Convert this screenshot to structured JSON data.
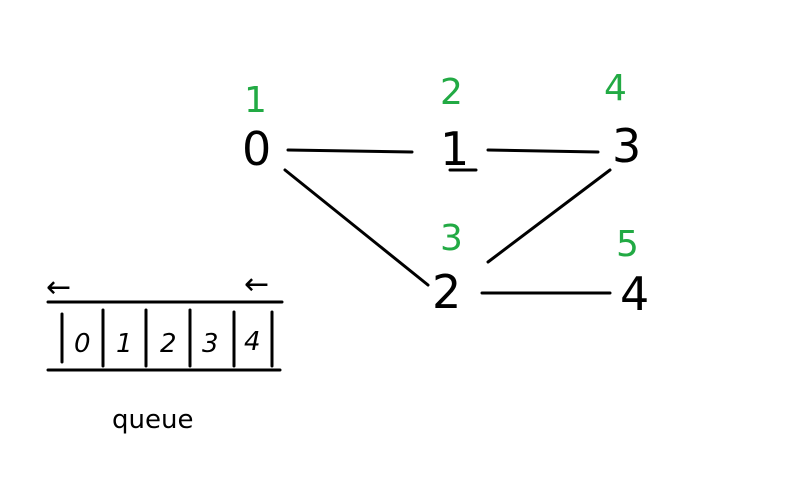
{
  "colors": {
    "ink": "#000000",
    "order": "#22aa44",
    "background": "#ffffff"
  },
  "graph": {
    "nodes": [
      {
        "id": "0",
        "label": "0",
        "order": "1"
      },
      {
        "id": "1",
        "label": "1",
        "order": "2"
      },
      {
        "id": "3",
        "label": "3",
        "order": "4"
      },
      {
        "id": "2",
        "label": "2",
        "order": "3"
      },
      {
        "id": "4",
        "label": "4",
        "order": "5"
      }
    ],
    "edges": [
      {
        "from": "0",
        "to": "1"
      },
      {
        "from": "1",
        "to": "3"
      },
      {
        "from": "0",
        "to": "2"
      },
      {
        "from": "3",
        "to": "2"
      },
      {
        "from": "2",
        "to": "4"
      }
    ]
  },
  "queue": {
    "cells": [
      "0",
      "1",
      "2",
      "3",
      "4"
    ],
    "caption": "queue",
    "arrow_left": "←",
    "arrow_right": "←"
  }
}
